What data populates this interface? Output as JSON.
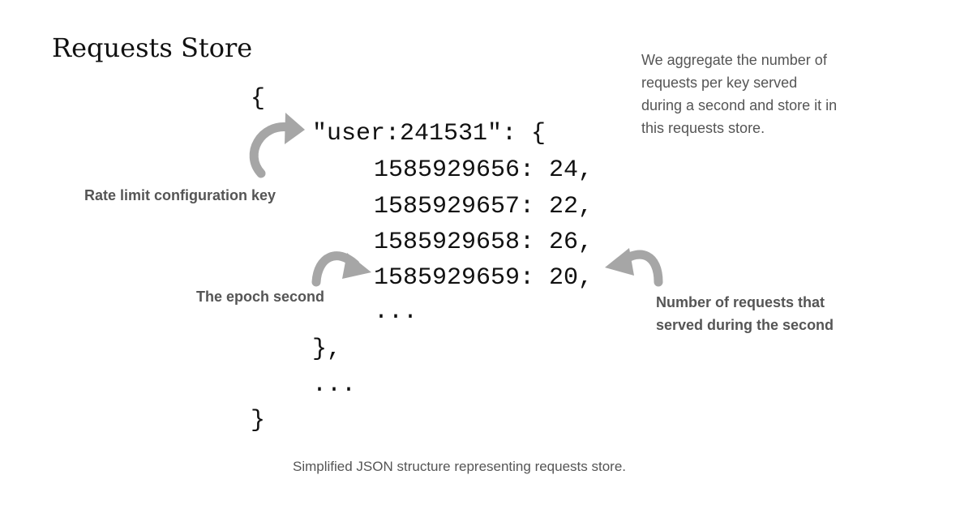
{
  "title": "Requests Store",
  "code": {
    "open_brace": "{",
    "key_line": "\"user:241531\": {",
    "entries": [
      "1585929656: 24,",
      "1585929657: 22,",
      "1585929658: 26,",
      "1585929659: 20,"
    ],
    "inner_ellipsis": "...",
    "inner_close": "},",
    "outer_ellipsis": "...",
    "close_brace": "}"
  },
  "description": [
    "We aggregate the number of",
    "requests per key served",
    "during a second and store it in",
    "this requests store."
  ],
  "annotations": {
    "config_key": "Rate limit configuration key",
    "epoch_second": "The epoch second",
    "request_count": [
      "Number of requests that",
      "served during the second"
    ]
  },
  "caption": "Simplified JSON structure representing requests store.",
  "colors": {
    "text": "#111111",
    "annotation": "#555555",
    "arrow": "#a6a6a6"
  }
}
